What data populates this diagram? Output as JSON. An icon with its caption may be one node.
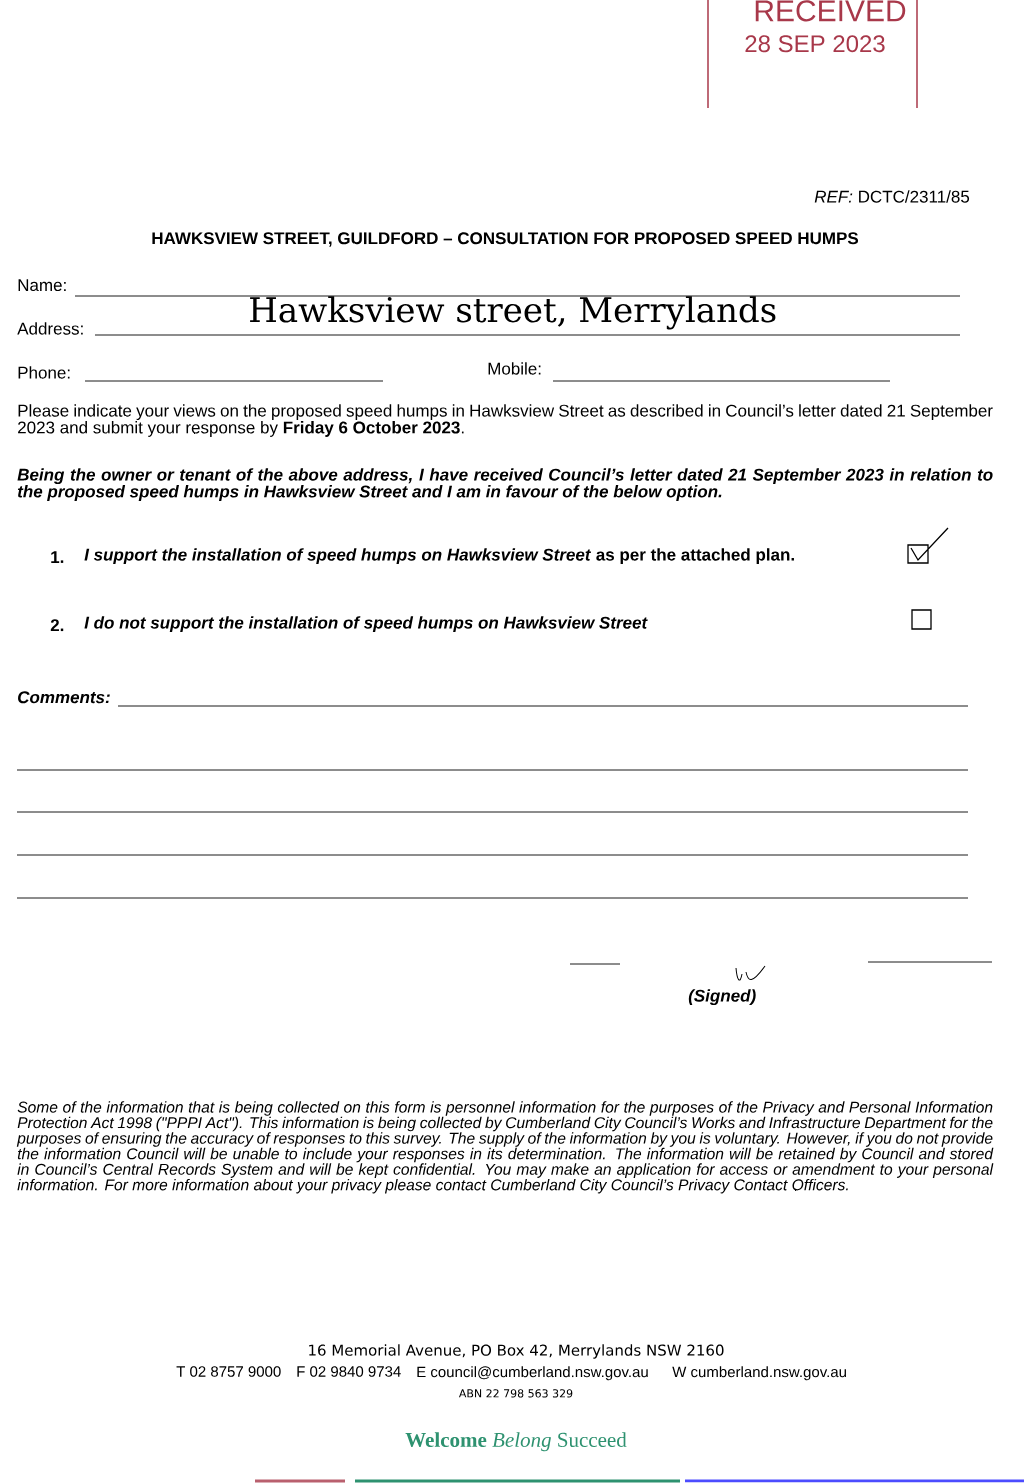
{
  "diagram": {
    "title": "HAWKSVIEW STREET, GUILDFORD – CONSULTATION FOR PROPOSED SPEED HUMPS",
    "labels": [
      "RECEIVED",
      "28 SEP 2023",
      "*REF:* DCTC/2311/85",
      "Name:",
      "Address:",
      "Hawksview street, Merrylands",
      "Phone:",
      "Mobile:",
      "Please indicate your views on the proposed speed humps in Hawksview Street as described in Council’s letter dated 21 September 2023 and submit your response by **Friday 6 October 2023**.",
      "Being the owner or tenant of the above address, I have received Council’s letter dated 21 September 2023 in relation to the proposed speed humps in Hawksview Street and I am in favour of the below option.",
      "1.",
      "*I support the installation of speed humps on Hawksview Street* as per the attached plan.",
      "2.",
      "I do not support the installation of speed humps on Hawksview Street",
      "Comments:",
      "(Signed)",
      "Some of the information that is being collected on this form is personnel information for the purposes of the Privacy and Personal Information Protection Act 1998 (\"PPPI Act\"). This information is being collected by Cumberland City Council’s Works and Infrastructure Department for the purposes of ensuring the accuracy of responses to this survey. The supply of the information by you is voluntary. However, if you do not provide the information Council will be unable to include your responses in its determination. The information will be retained by Council and stored in Council’s Central Records System and will be kept confidential. You may make an application for access or amendment to your personal information. For more information about your privacy please contact Cumberland City Council’s Privacy Contact Officers.",
      "16 Memorial Avenue, PO Box 42, Merrylands NSW 2160",
      "T 02 8757 9000",
      "F 02 9840 9734",
      "E council@cumberland.nsw.gov.au",
      "W cumberland.nsw.gov.au",
      "ABN 22 798 563 329",
      "**Welcome** *Belong* Succeed"
    ]
  }
}
